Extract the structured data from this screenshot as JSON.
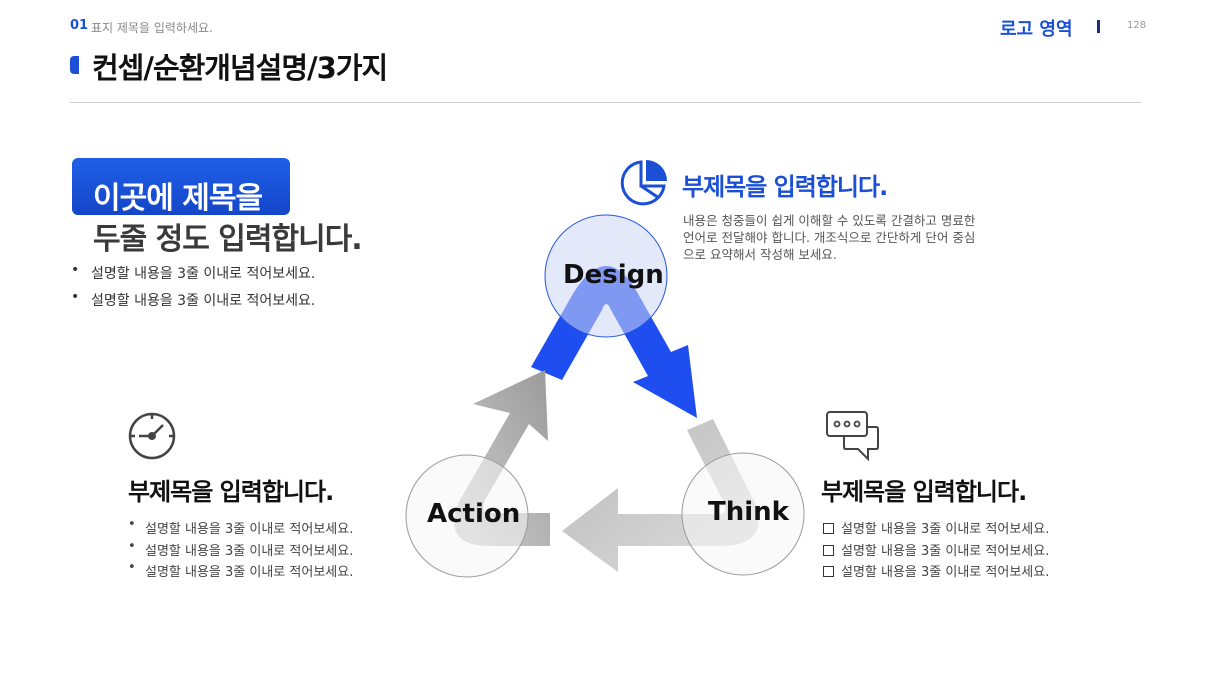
{
  "header": {
    "number": "01",
    "subtitle": "표지 제목을 입력하세요.",
    "logo": "로고 영역",
    "page_number": "128",
    "title": "컨셉/순환개념설명/3가지"
  },
  "headline": {
    "line1": "이곳에 제목을",
    "line2": "두줄 정도 입력합니다.",
    "bullets": [
      "설명할 내용을 3줄 이내로 적어보세요.",
      "설명할 내용을 3줄 이내로 적어보세요."
    ]
  },
  "cycle": {
    "nodes": [
      "Design",
      "Think",
      "Action"
    ],
    "colors": {
      "accent": "#1f4ef0",
      "gray": "#a8a8a8"
    }
  },
  "design_section": {
    "icon": "pie-chart-icon",
    "title": "부제목을 입력합니다.",
    "description": "내용은 청중들이 쉽게 이해할 수 있도록 간결하고 명료한 언어로 전달해야 합니다. 개조식으로 간단하게 단어 중심으로 요약해서 작성해 보세요."
  },
  "action_section": {
    "icon": "clock-icon",
    "title": "부제목을 입력합니다.",
    "bullets": [
      "설명할 내용을 3줄 이내로 적어보세요.",
      "설명할 내용을 3줄 이내로 적어보세요.",
      "설명할 내용을 3줄 이내로 적어보세요."
    ]
  },
  "think_section": {
    "icon": "chat-bubble-icon",
    "title": "부제목을 입력합니다.",
    "bullets": [
      "설명할 내용을 3줄 이내로 적어보세요.",
      "설명할 내용을 3줄 이내로 적어보세요.",
      "설명할 내용을 3줄 이내로 적어보세요."
    ]
  }
}
